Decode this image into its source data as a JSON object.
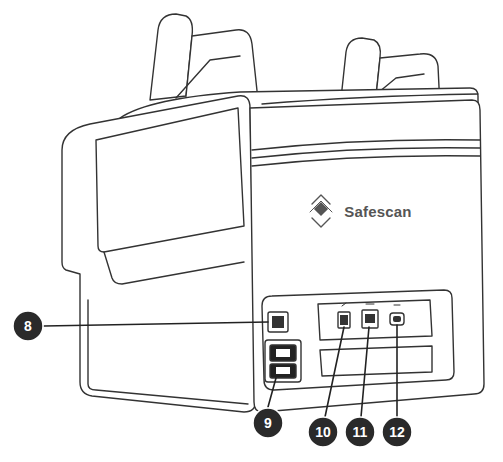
{
  "diagram": {
    "labels": [
      "Safescan",
      "8",
      "9",
      "10",
      "11",
      "12"
    ]
  }
}
